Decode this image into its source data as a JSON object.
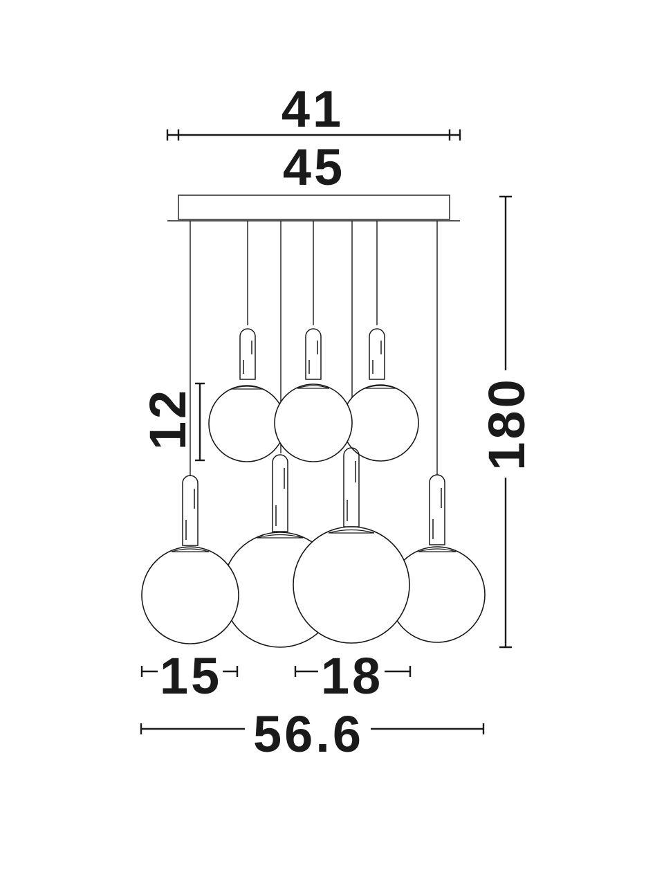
{
  "dimensions": {
    "canopy_inner": "41",
    "canopy_outer": "45",
    "total_height": "180",
    "small_globe_diameter": "12",
    "medium_globe_diameter": "15",
    "large_globe_diameter": "18",
    "overall_width": "56.6"
  },
  "colors": {
    "line": "#1a1a1a",
    "background": "#ffffff"
  }
}
